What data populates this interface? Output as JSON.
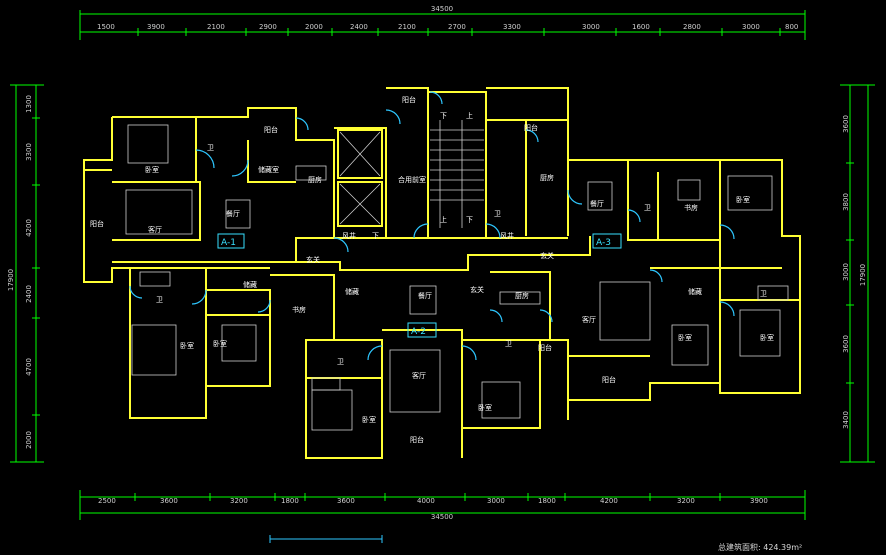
{
  "drawing": {
    "total_dimension_top": "34500",
    "total_dimension_bottom": "34500",
    "total_dimension_left": "17900",
    "total_dimension_right": "17900",
    "area_note": "总建筑面积: 424.39m²"
  },
  "top_segments": [
    "1500",
    "3900",
    "2100",
    "2900",
    "2000",
    "2400",
    "2100",
    "2700",
    "3300",
    "3000",
    "1600",
    "2800",
    "3000",
    "800"
  ],
  "bottom_segments": [
    "2500",
    "3600",
    "3200",
    "1800",
    "3600",
    "4000",
    "3000",
    "1800",
    "4200",
    "3200",
    "3900"
  ],
  "left_segments": [
    "1300",
    "3300",
    "4200",
    "2400",
    "4700",
    "2000"
  ],
  "right_segments": [
    "3600",
    "3800",
    "3000",
    "3600",
    "3400"
  ],
  "unit_tags": {
    "a1": "A-1",
    "a2": "A-2",
    "a3": "A-3"
  },
  "rooms": {
    "balcony": "阳台",
    "bedroom": "卧室",
    "living": "客厅",
    "dining": "餐厅",
    "kitchen": "厨房",
    "study": "书房",
    "foyer": "玄关",
    "bath": "卫",
    "storage": "储藏",
    "storage_room": "储藏室",
    "shared_corridor": "合用前室",
    "up": "上",
    "down": "下",
    "pipe": "风井"
  },
  "colors": {
    "wall": "#ffff33",
    "dimension": "#00ff00",
    "door": "#2ec7ff",
    "furniture": "#cfcfcf",
    "text": "#ffffff"
  }
}
